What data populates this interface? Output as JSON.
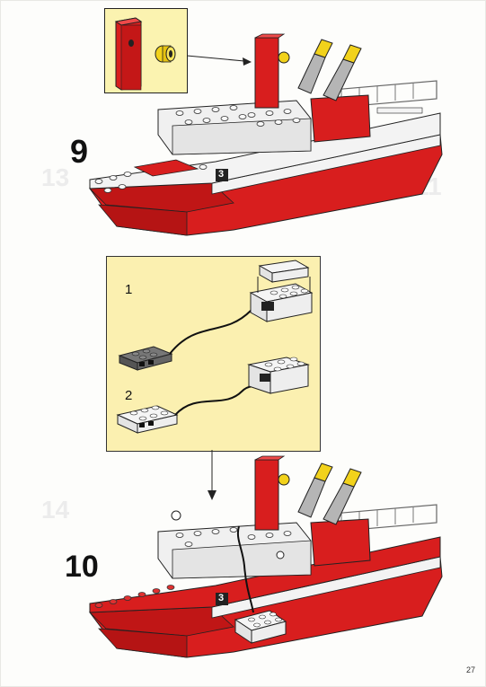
{
  "page": {
    "number": "27"
  },
  "steps": [
    {
      "number": "9"
    },
    {
      "number": "10"
    }
  ],
  "callout": {
    "substeps": [
      "1",
      "2"
    ]
  },
  "ghost_numbers": [
    "13",
    "11",
    "14"
  ],
  "model": {
    "hull_marking": "3"
  },
  "colors": {
    "hull_red": "#d81e1e",
    "brick_white": "#f3f3f3",
    "inset_yellow": "#fbf3b0",
    "dark_gray": "#555555",
    "yellow_tip": "#f2d21b"
  }
}
